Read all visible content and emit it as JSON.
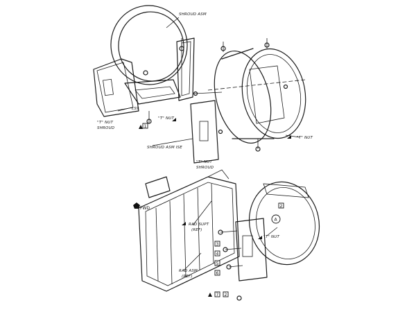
{
  "callouts": {
    "shroud_asm": "SHROUD ASM",
    "ls9": "LS9",
    "t_nut_shroud": "\"T\" NUT",
    "t_nut_shroud_2": "SHROUD",
    "t_nut_center": "\"T\" NUT",
    "shroud_asm_ise": "SHROUD ASM ISE",
    "t_nut_right": "\"T\" NUT",
    "t_nut_lower": "\"T\" NUT",
    "t_nut_lower_2": "SHROUD",
    "fwd": "FWD",
    "rad_supt": "RAD SUPT",
    "rad_supt_ref": "(REF)",
    "rad_asm": "RAD ASM",
    "rad_asm_ref": "(REF)",
    "t_nut_bottom": "\"T\" NUT",
    "view_a": "A"
  },
  "markers": [
    "1",
    "2",
    "3",
    "4",
    "5",
    "6",
    "7",
    "2"
  ]
}
